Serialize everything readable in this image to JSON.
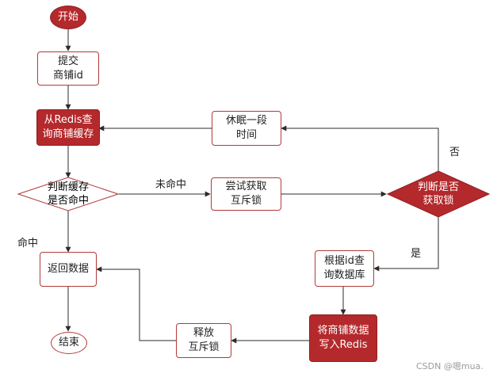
{
  "nodes": {
    "start": "开始",
    "submit": "提交\n商铺id",
    "query_redis": "从Redis查\n询商铺缓存",
    "check_cache": "判断缓存\n是否命中",
    "return_data": "返回数据",
    "end": "结束",
    "try_lock": "尝试获取\n互斥锁",
    "lock_acquired": "判断是否\n获取锁",
    "sleep": "休眠一段\n时间",
    "query_db": "根据id查\n询数据库",
    "write_redis": "将商铺数据\n写入Redis",
    "release_lock": "释放\n互斥锁"
  },
  "edge_labels": {
    "miss": "未命中",
    "hit": "命中",
    "no": "否",
    "yes": "是"
  },
  "watermark": "CSDN @嗯mua.",
  "colors": {
    "accent": "#b4292c",
    "border": "#b23a3a",
    "line": "#2b2b2b"
  }
}
